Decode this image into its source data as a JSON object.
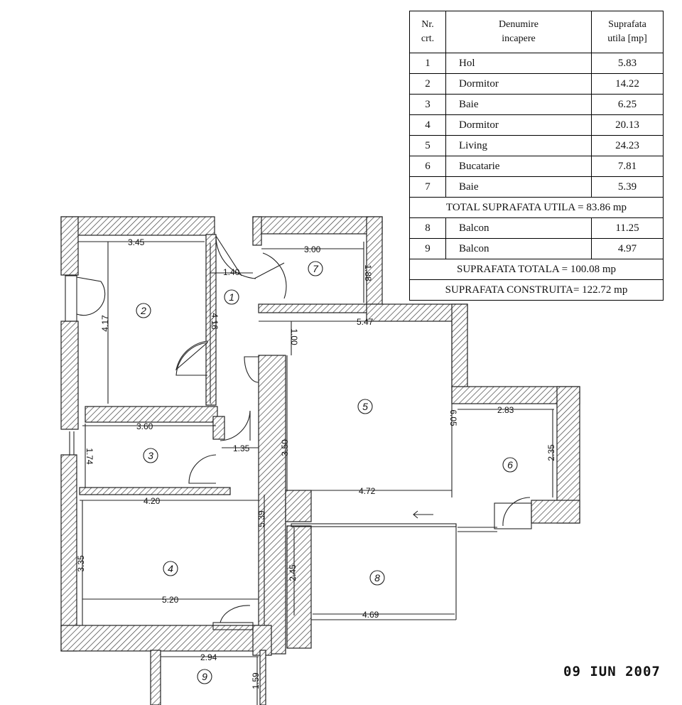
{
  "table": {
    "headers": {
      "nr": [
        "Nr.",
        "crt."
      ],
      "name": [
        "Denumire",
        "incapere"
      ],
      "area": [
        "Suprafata",
        "utila [mp]"
      ]
    },
    "rooms": [
      {
        "nr": "1",
        "name": "Hol",
        "area": "5.83"
      },
      {
        "nr": "2",
        "name": "Dormitor",
        "area": "14.22"
      },
      {
        "nr": "3",
        "name": "Baie",
        "area": "6.25"
      },
      {
        "nr": "4",
        "name": "Dormitor",
        "area": "20.13"
      },
      {
        "nr": "5",
        "name": "Living",
        "area": "24.23"
      },
      {
        "nr": "6",
        "name": "Bucatarie",
        "area": "7.81"
      },
      {
        "nr": "7",
        "name": "Baie",
        "area": "5.39"
      }
    ],
    "total_useful": "TOTAL SUPRAFATA UTILA = 83.86 mp",
    "balconies": [
      {
        "nr": "8",
        "name": "Balcon",
        "area": "11.25"
      },
      {
        "nr": "9",
        "name": "Balcon",
        "area": "4.97"
      }
    ],
    "total_area": "SUPRAFATA TOTALA = 100.08 mp",
    "built_area": "SUPRAFATA CONSTRUITA= 122.72 mp"
  },
  "plan": {
    "room_numbers": {
      "r1": "1",
      "r2": "2",
      "r3": "3",
      "r4": "4",
      "r5": "5",
      "r6": "6",
      "r7": "7",
      "r8": "8",
      "r9": "9"
    },
    "dimensions": {
      "d_345": "3.45",
      "d_417": "4.17",
      "d_416": "4.16",
      "d_140": "1.40",
      "d_300": "3.00",
      "d_188": "1.88",
      "d_547": "5.47",
      "d_100": "1.00",
      "d_360": "3.60",
      "d_174": "1.74",
      "d_135": "1.35",
      "d_350": "3.50",
      "d_605": "6.05",
      "d_283": "2.83",
      "d_235": "2.35",
      "d_420": "4.20",
      "d_472": "4.72",
      "d_539": "5.39",
      "d_335": "3.35",
      "d_520": "5.20",
      "d_245": "2.45",
      "d_469": "4.69",
      "d_294": "2.94",
      "d_159": "1.59"
    }
  },
  "stamp": "09 IUN 2007"
}
